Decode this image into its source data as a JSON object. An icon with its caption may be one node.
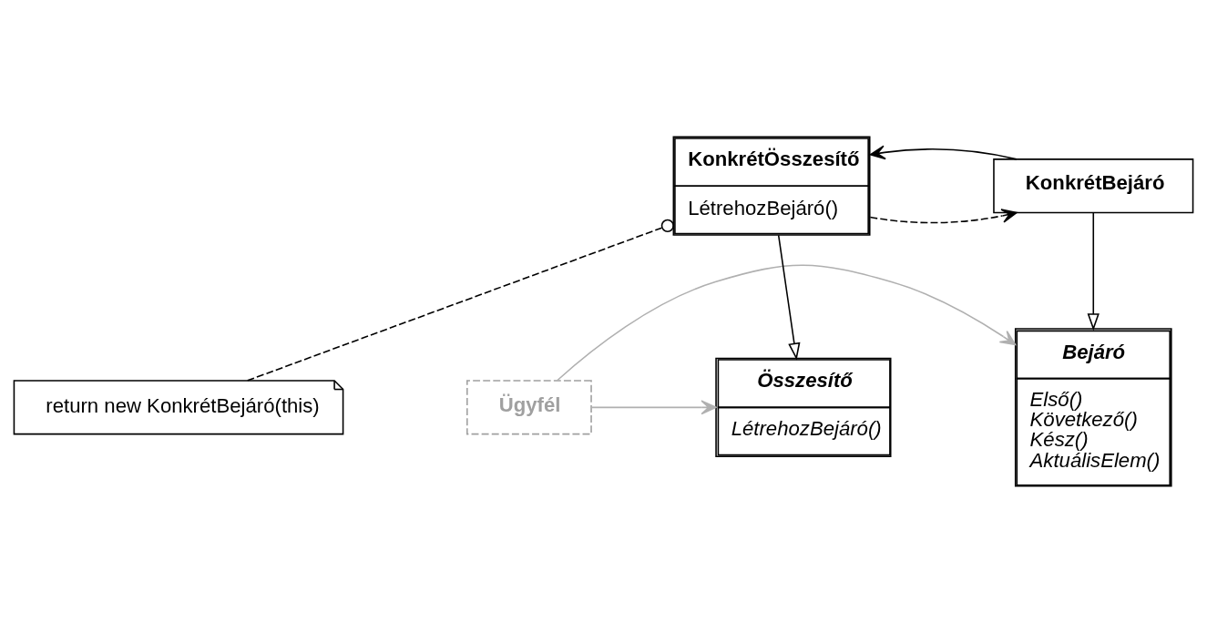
{
  "diagram": {
    "nodes": [
      {
        "text": [
          "Összesítő",
          "LétrehozBejáró()"
        ]
      },
      {
        "text": [
          "Ügyfél"
        ]
      },
      {
        "text": [
          "Bejáró",
          "Első()",
          "Következő()",
          "Kész()",
          "AktuálisElem()"
        ]
      },
      {
        "text": [
          "KonkrétÖsszesítő",
          "LétrehozBejáró()"
        ]
      },
      {
        "text": [
          "KonkrétBejáró"
        ]
      },
      {
        "text": [
          "return new KonkrétBejáró(this)"
        ]
      }
    ],
    "edges": [
      {
        "from": 1,
        "to": 0,
        "arrow": "to",
        "color": "#b0b0b0"
      },
      {
        "from": 1,
        "to": 2,
        "arrow": "to",
        "color": "#b0b0b0"
      },
      {
        "from": 3,
        "to": 0,
        "arrow": "to"
      },
      {
        "from": 4,
        "to": 2,
        "arrow": "to"
      },
      {
        "from": 3,
        "to": 4,
        "arrow": "to",
        "style": "dashed"
      },
      {
        "from": 4,
        "to": 3,
        "arrow": "to"
      },
      {
        "from": 3,
        "to": 5,
        "arrow": "other",
        "style": "dashed"
      }
    ]
  }
}
